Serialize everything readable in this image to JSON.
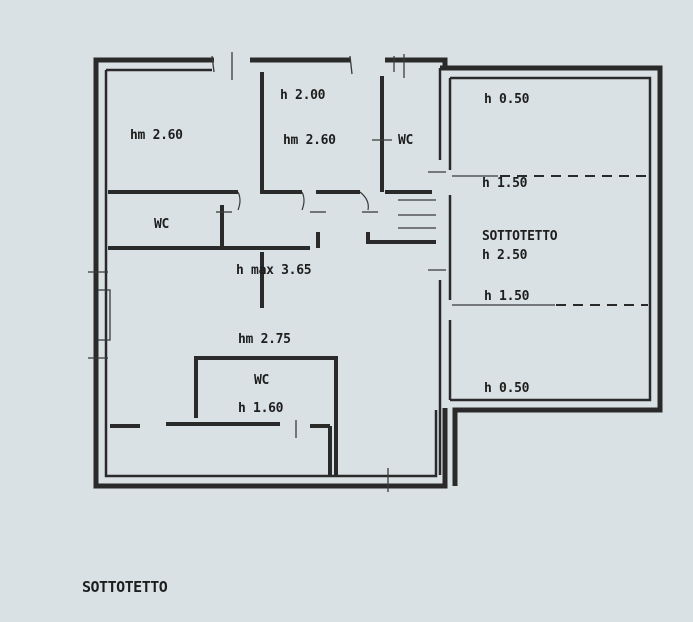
{
  "plan": {
    "labels": {
      "room_top_left": "hm 2.60",
      "room_top_mid_h": "h 2.00",
      "room_top_mid_hm": "hm 2.60",
      "wc_top": "WC",
      "wc_left": "WC",
      "hall_hmax": "h max 3.65",
      "hall_hm": "hm 2.75",
      "wc_bottom": "WC",
      "wc_bottom_h": "h 1.60",
      "right_h_top": "h 0.50",
      "right_h_upper_line": "h 1.50",
      "right_title": "SOTTOTETTO",
      "right_h_mid": "h 2.50",
      "right_h_lower_line": "h 1.50",
      "right_h_bottom": "h 0.50"
    }
  },
  "caption": "SOTTOTETTO"
}
